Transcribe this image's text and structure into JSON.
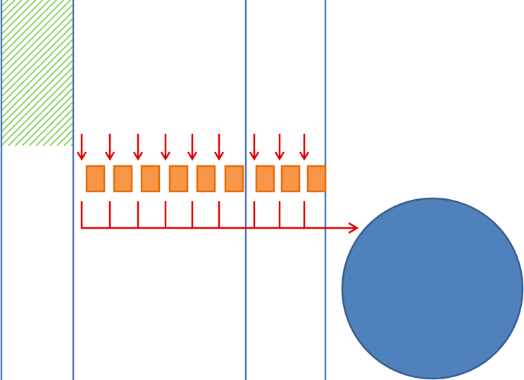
{
  "diagram": {
    "vertical_lines": 4,
    "hatched_block": {
      "pattern": "diagonal-stripes"
    },
    "input_arrows": 9,
    "boxes": 9,
    "collector": {
      "taps": 9,
      "target": "circle"
    },
    "colors": {
      "line": "#4a7ab5",
      "hatch": "#66cc33",
      "arrow": "#e00000",
      "box_fill": "#f79646",
      "box_stroke": "#e36c0a",
      "circle_fill": "#4f81bd",
      "circle_stroke": "#385d8a"
    }
  }
}
